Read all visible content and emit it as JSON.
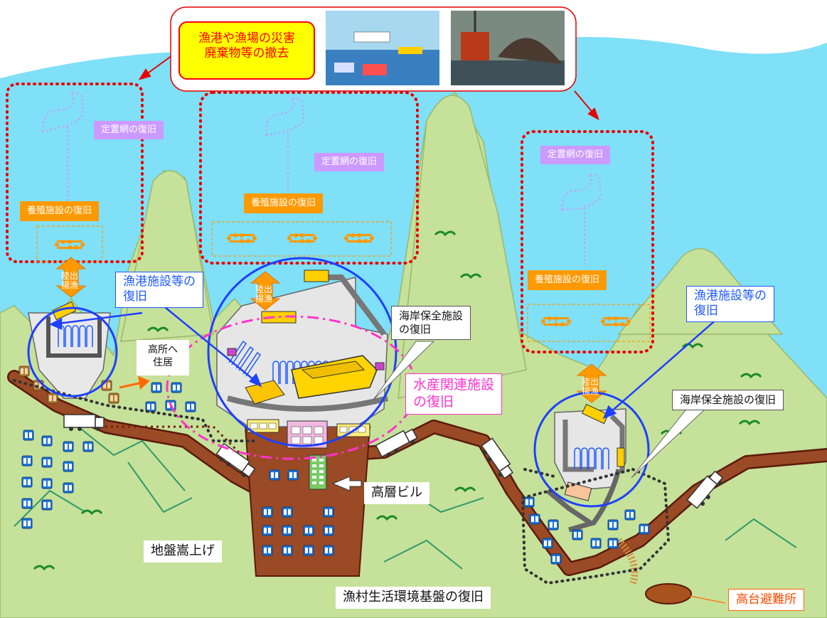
{
  "banner": {
    "text_line1": "漁港や漁場の災害",
    "text_line2": "廃棄物等の撤去"
  },
  "labels": {
    "fixed_net": "定置網の復旧",
    "aquaculture": "養殖施設の復旧",
    "landing": "陸出\n揚漁",
    "port_facility_line1": "漁港施設等の",
    "port_facility_line2": "復旧",
    "high_place_line1": "高所へ",
    "high_place_line2": "住居",
    "coastal_line1": "海岸保全施設",
    "coastal_line2": "の復旧",
    "coastal_single": "海岸保全施設の復旧",
    "fishery_line1": "水産関連施設",
    "fishery_line2": "の復旧",
    "tall_building": "高層ビル",
    "ground_raise": "地盤嵩上げ",
    "village_env": "漁村生活環境基盤の復旧",
    "evacuation": "高台避難所"
  },
  "colors": {
    "sea": "#7fe0f7",
    "land": "#c6e19a",
    "road": "#8b3a1a",
    "accent_red": "#ff0000",
    "accent_blue": "#1e5aff",
    "accent_magenta": "#ff33cc",
    "aquaculture_orange": "#ff9900",
    "fixed_net_purple": "#cc99ff"
  }
}
